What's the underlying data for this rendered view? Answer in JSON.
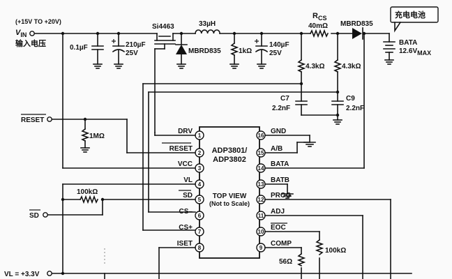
{
  "labels": {
    "input_range": "(+15V TO +20V)",
    "vin_main": "V",
    "vin_sub": "IN",
    "vin_cn": "输入电压",
    "cap1": "0.1µF",
    "cap2_value": "210µF",
    "cap2_voltage": "25V",
    "mosfet": "Si4463",
    "catch_diode": "MBRD835",
    "inductor": "33µH",
    "r1k": "1kΩ",
    "cap3_value": "140µF",
    "cap3_voltage": "25V",
    "rcs_main": "R",
    "rcs_sub": "CS",
    "rcs_value": "40mΩ",
    "block_diode": "MBRD835",
    "battery_cn": "充电电池",
    "bata": "BATA",
    "battery_voltage_main": "12.6V",
    "battery_voltage_sub": "MAX",
    "r43k_left": "4.3kΩ",
    "r43k_right": "4.3kΩ",
    "c7": "C7",
    "c7_value": "2.2nF",
    "c9": "C9",
    "c9_value": "2.2nF",
    "r1m": "1MΩ",
    "r100k_sd": "100kΩ",
    "reset_ext": "RESET",
    "sd_ext": "SD",
    "vl_ext": "VL = +3.3V",
    "r100k_eoc": "100kΩ",
    "r56": "56Ω"
  },
  "ic": {
    "name1": "ADP3801/",
    "name2": "ADP3802",
    "view": "TOP VIEW",
    "scale": "(Not to Scale)",
    "left_pins": [
      {
        "num": "1",
        "name": "DRV"
      },
      {
        "num": "2",
        "name": "RESET"
      },
      {
        "num": "3",
        "name": "VCC"
      },
      {
        "num": "4",
        "name": "VL"
      },
      {
        "num": "5",
        "name": "SD"
      },
      {
        "num": "6",
        "name": "CS–"
      },
      {
        "num": "7",
        "name": "CS+"
      },
      {
        "num": "8",
        "name": "ISET"
      }
    ],
    "right_pins": [
      {
        "num": "16",
        "name": "GND"
      },
      {
        "num": "15",
        "name": "A/B"
      },
      {
        "num": "14",
        "name": "BATA"
      },
      {
        "num": "13",
        "name": "BATB"
      },
      {
        "num": "12",
        "name": "PROG"
      },
      {
        "num": "11",
        "name": "ADJ"
      },
      {
        "num": "10",
        "name": "EOC"
      },
      {
        "num": "9",
        "name": "COMP"
      }
    ]
  }
}
